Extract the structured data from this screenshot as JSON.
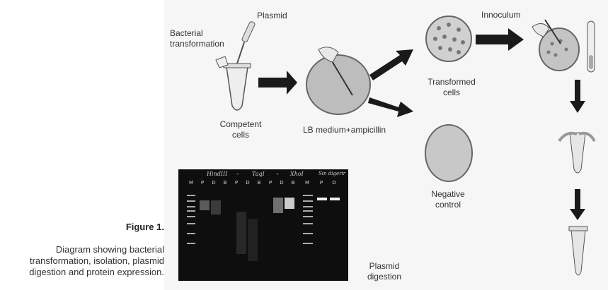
{
  "diagram": {
    "plasmid": "Plasmid",
    "bacterial_transformation": [
      "Bacterial",
      "transformation"
    ],
    "competent_cells": [
      "Competent",
      "cells"
    ],
    "lb_medium": "LB medium+ampicillin",
    "transformed_cells": [
      "Transformed",
      "cells"
    ],
    "negative_control": [
      "Negative",
      "control"
    ],
    "innoculum": "Innoculum",
    "plasmid_digestion": [
      "Plasmid",
      "digestion"
    ]
  },
  "gel": {
    "enzymes": [
      "HindIII",
      "–",
      "TaqI",
      "–",
      "XhoI",
      "Sin digerir"
    ],
    "lanes": [
      "M",
      "P",
      "D",
      "B",
      "P",
      "D",
      "B",
      "P",
      "D",
      "B",
      "M",
      "P",
      "D"
    ]
  },
  "figure": {
    "title": "Figure 1.",
    "caption": [
      "Diagram showing bacterial",
      "transformation, isolation, plasmid",
      "digestion and protein expression."
    ]
  },
  "colors": {
    "arrow": "#1a1a1a",
    "plate": "#c8c8c8",
    "colony": "#777777",
    "gel": "#0e0e0e"
  }
}
